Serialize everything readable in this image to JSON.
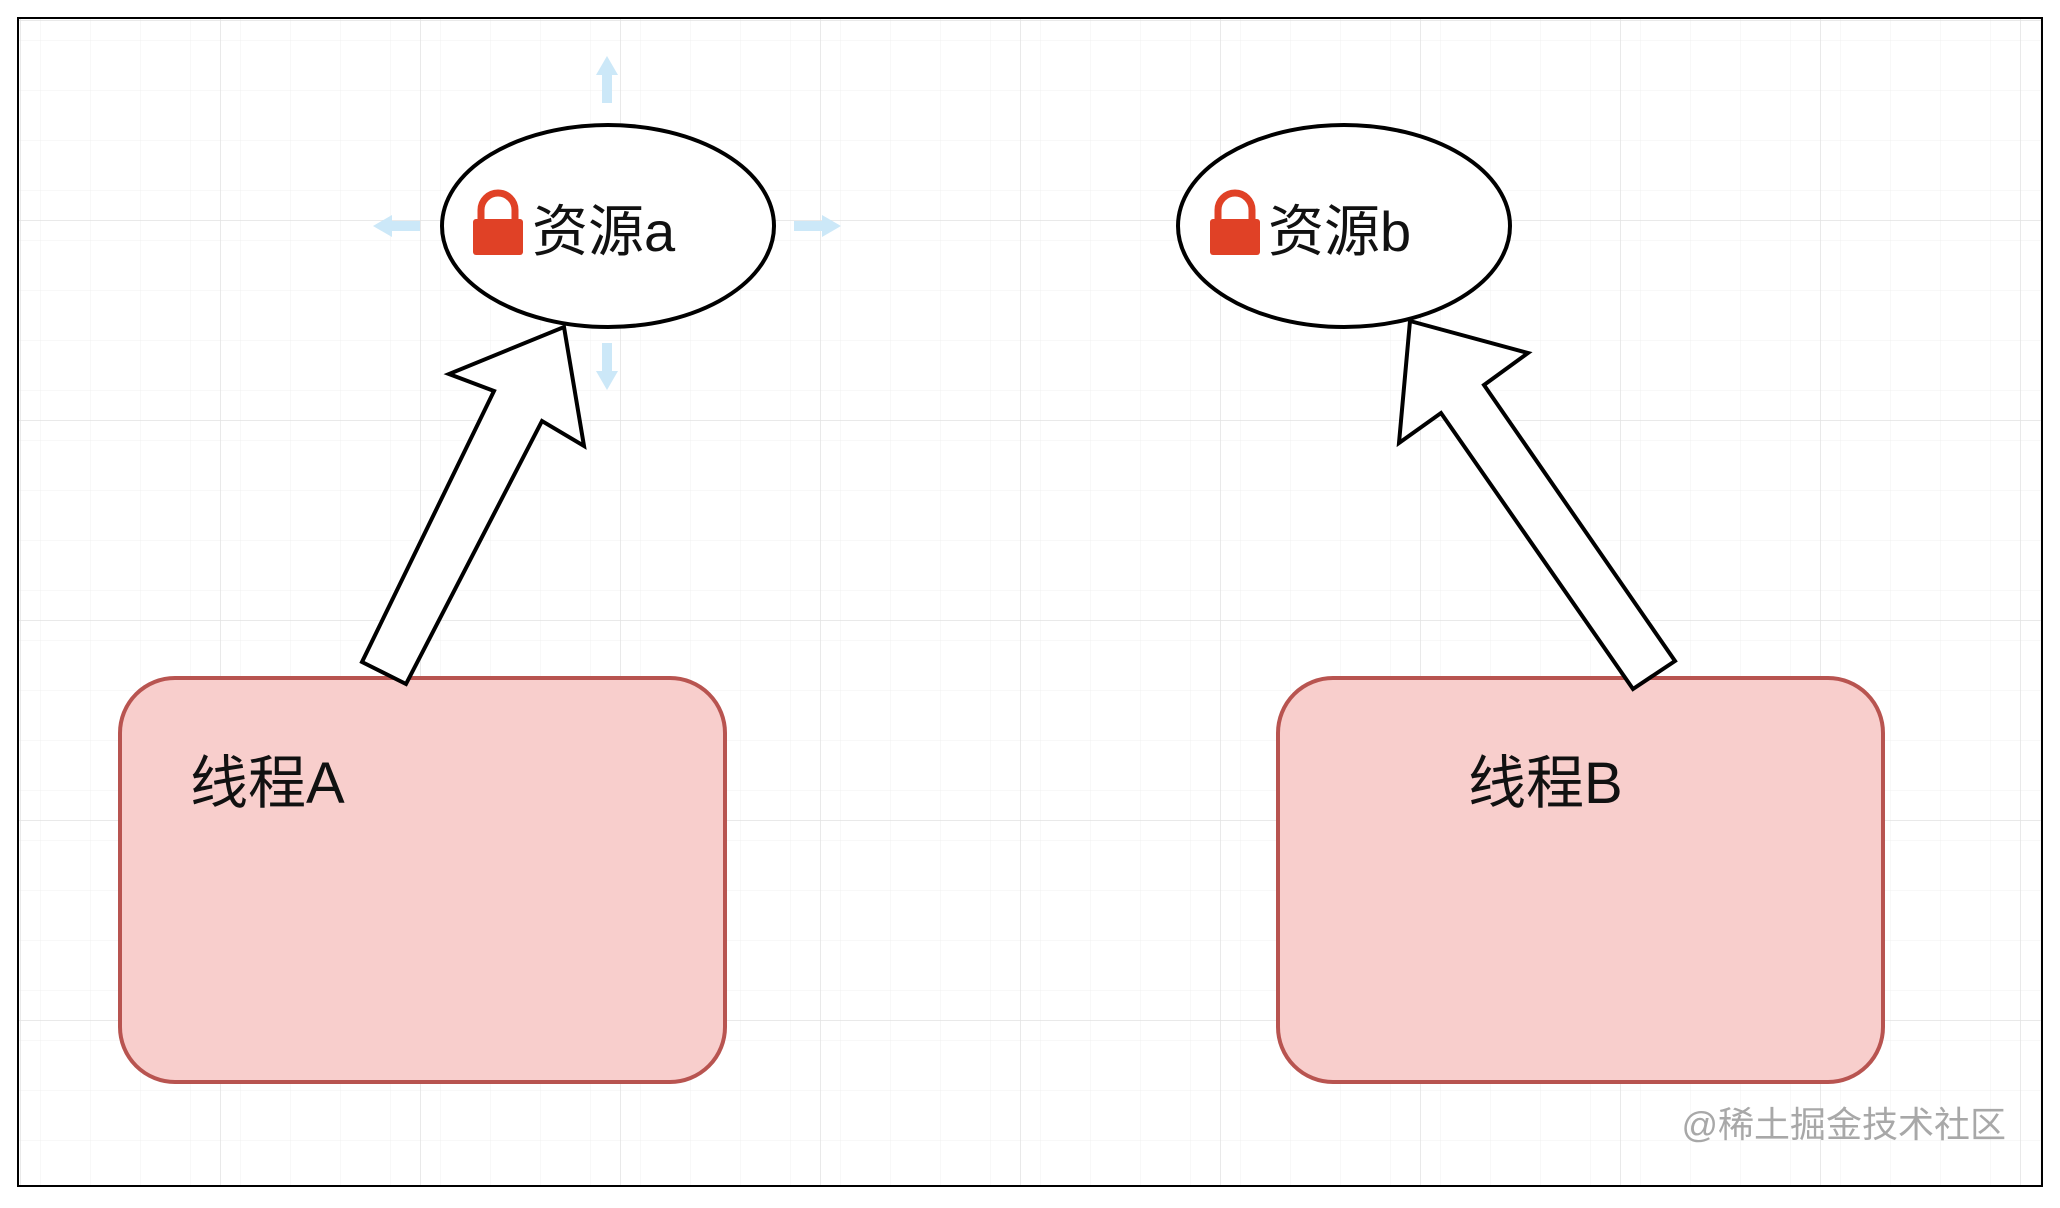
{
  "resources": {
    "a": {
      "label": "资源a",
      "icon": "lock-icon"
    },
    "b": {
      "label": "资源b",
      "icon": "lock-icon"
    }
  },
  "threads": {
    "a": {
      "label": "线程A"
    },
    "b": {
      "label": "线程B"
    }
  },
  "edges": [
    {
      "from": "线程A",
      "to": "资源a"
    },
    {
      "from": "线程B",
      "to": "资源b"
    }
  ],
  "watermark": "@稀土掘金技术社区",
  "colors": {
    "thread_fill": "#f8cecc",
    "thread_stroke": "#b85450",
    "lock": "#e04126",
    "grid": "#e6e6e6",
    "selection_hint": "#cce8f8",
    "frame": "#000000"
  }
}
